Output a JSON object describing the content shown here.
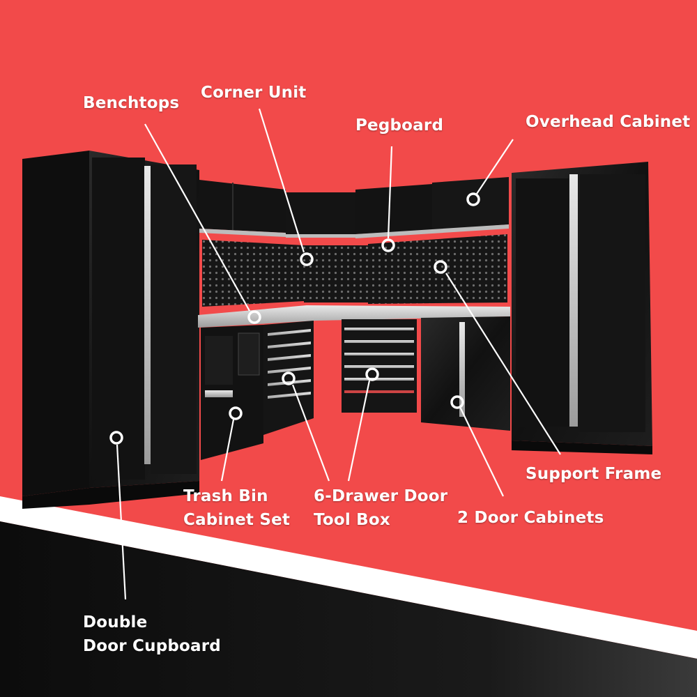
{
  "colors": {
    "background": "#f24a4a",
    "footer_dark": "#111111",
    "cabinet": "#141414",
    "trim": "#c9c9c9",
    "label": "#ffffff"
  },
  "callouts": {
    "benchtops": "Benchtops",
    "corner_unit": "Corner Unit",
    "pegboard": "Pegboard",
    "overhead_cabinet": "Overhead Cabinet",
    "support_frame": "Support Frame",
    "trash_bin": [
      "Trash Bin",
      "Cabinet Set"
    ],
    "drawer_toolbox": [
      "6-Drawer Door",
      "Tool Box"
    ],
    "two_door_cabinets": "2 Door Cabinets",
    "double_door_cupboard": [
      "Double",
      "Door Cupboard"
    ]
  }
}
